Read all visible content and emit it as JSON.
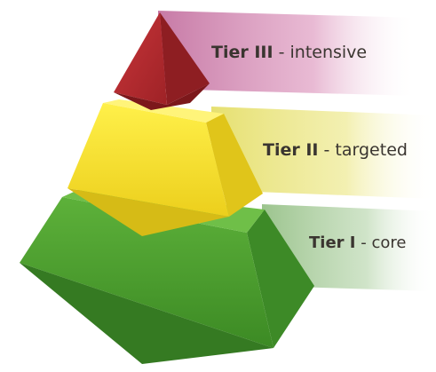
{
  "tiers": [
    {
      "name": "Tier III",
      "separator": " - ",
      "description": "intensive",
      "color": "#b52a2e",
      "band_color": "#d98ab4"
    },
    {
      "name": "Tier II",
      "separator": " - ",
      "description": "targeted",
      "color": "#f2e032",
      "band_color": "#e8e37a"
    },
    {
      "name": "Tier I",
      "separator": " - ",
      "description": "core",
      "color": "#4a9a2e",
      "band_color": "#a5c89a"
    }
  ]
}
